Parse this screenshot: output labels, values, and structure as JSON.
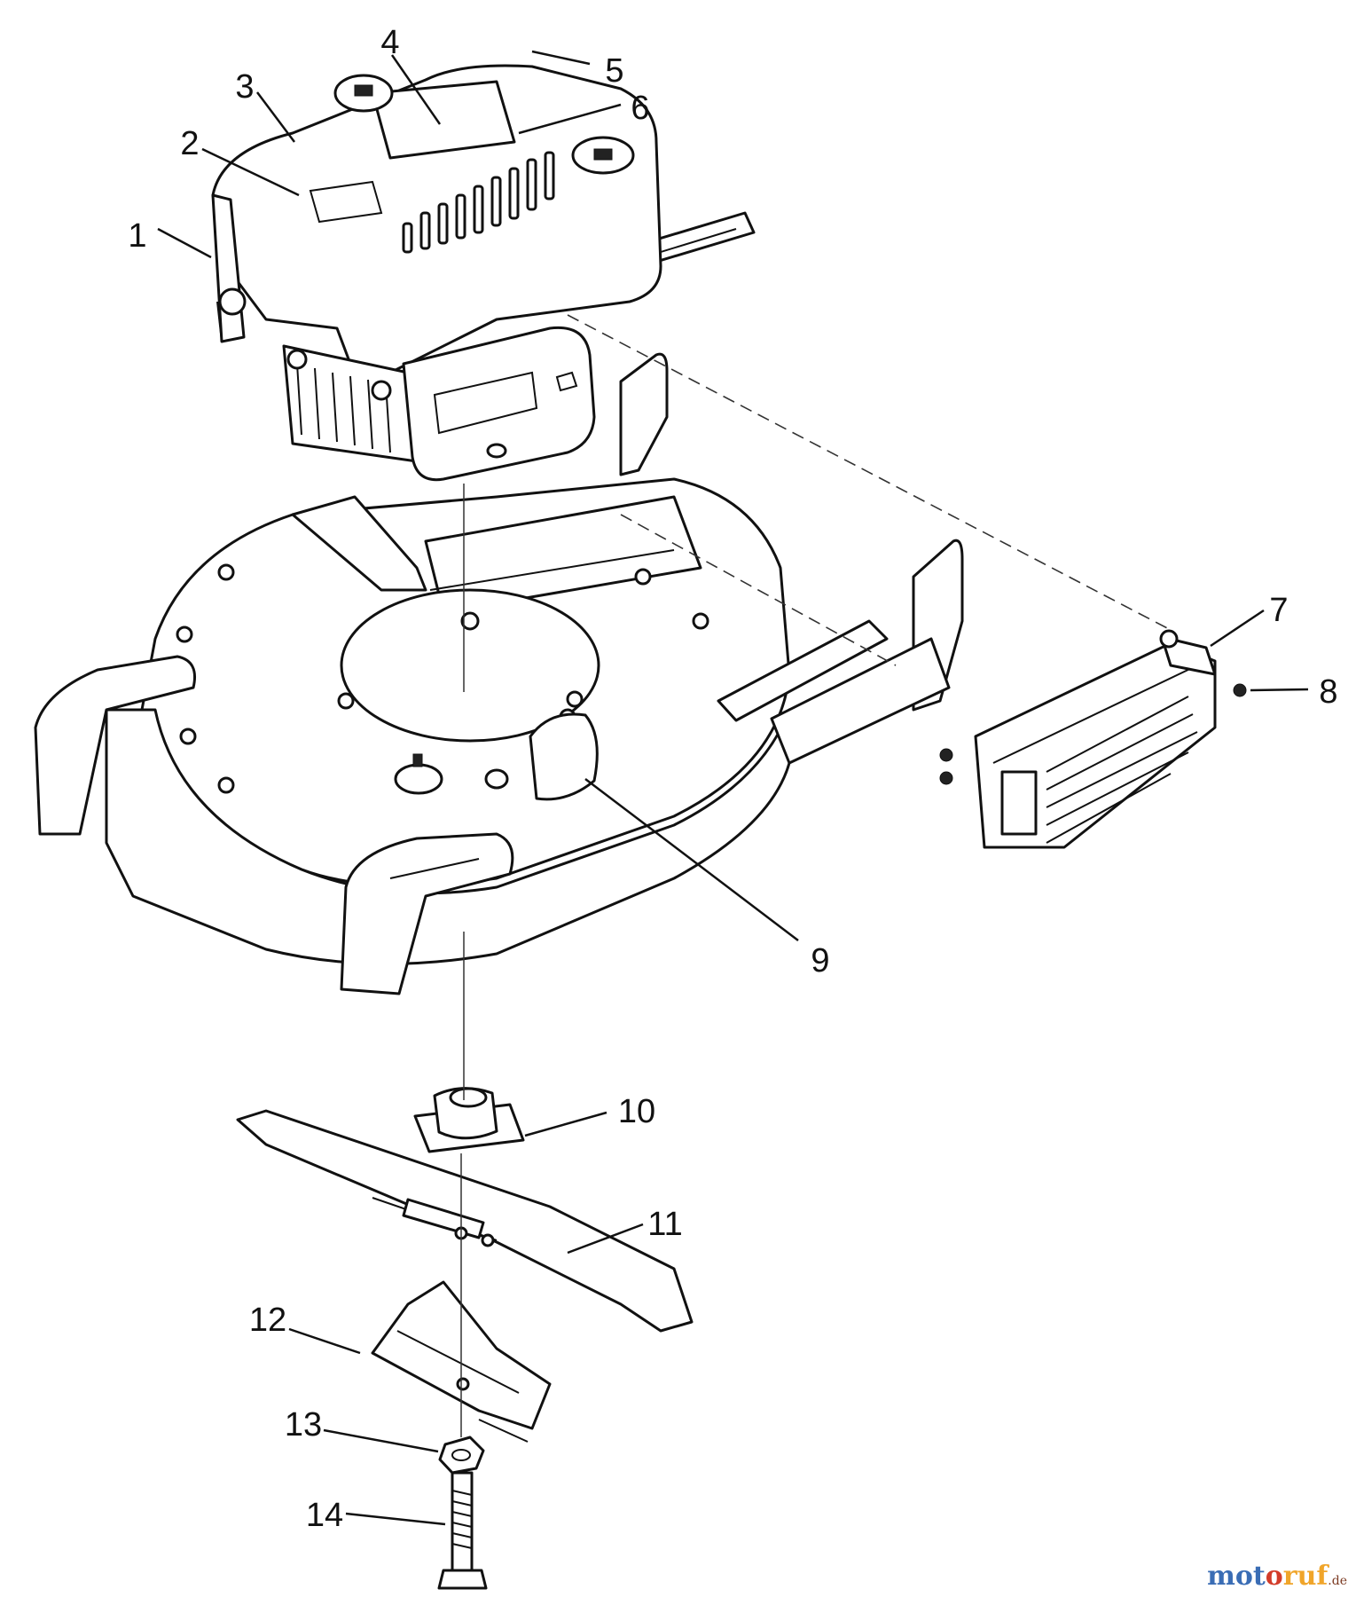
{
  "callouts": [
    {
      "id": "c1",
      "text": "1"
    },
    {
      "id": "c2",
      "text": "2"
    },
    {
      "id": "c3",
      "text": "3"
    },
    {
      "id": "c4",
      "text": "4"
    },
    {
      "id": "c5",
      "text": "5"
    },
    {
      "id": "c6",
      "text": "6"
    },
    {
      "id": "c7",
      "text": "7"
    },
    {
      "id": "c8",
      "text": "8"
    },
    {
      "id": "c9",
      "text": "9"
    },
    {
      "id": "c10",
      "text": "10"
    },
    {
      "id": "c11",
      "text": "11"
    },
    {
      "id": "c12",
      "text": "12"
    },
    {
      "id": "c13",
      "text": "13"
    },
    {
      "id": "c14",
      "text": "14"
    }
  ],
  "watermark": {
    "part1": "mot",
    "part2": "o",
    "part3": "ruf",
    "part4": ".de"
  }
}
